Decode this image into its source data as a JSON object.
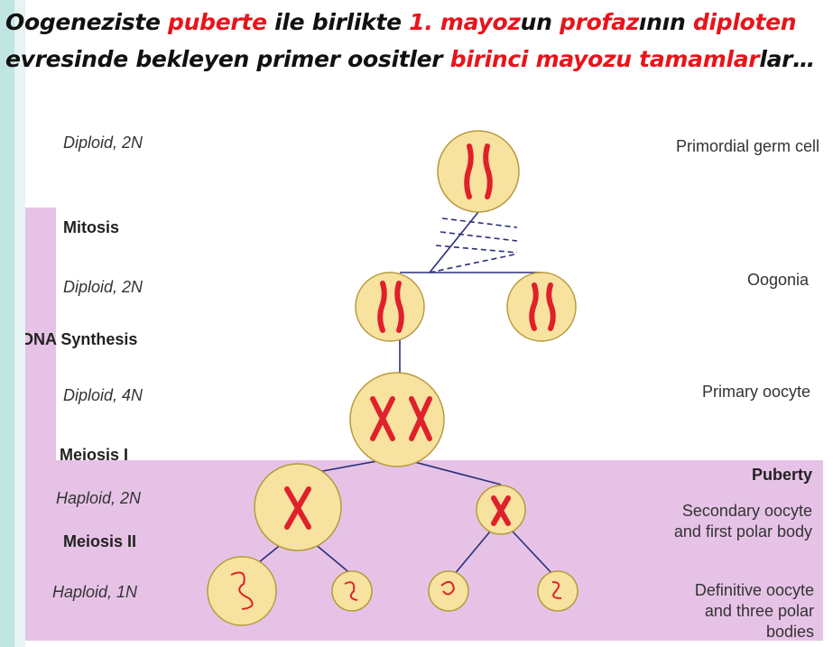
{
  "heading": {
    "segments": [
      {
        "text": "Oogeneziste ",
        "color": "#111111"
      },
      {
        "text": "puberte",
        "color": "#e8141b"
      },
      {
        "text": " ile birlikte ",
        "color": "#111111"
      },
      {
        "text": "1. mayoz",
        "color": "#e8141b"
      },
      {
        "text": "un ",
        "color": "#111111"
      },
      {
        "text": "profaz",
        "color": "#e8141b"
      },
      {
        "text": "ının ",
        "color": "#111111"
      },
      {
        "text": "diploten",
        "color": "#e8141b"
      },
      {
        "text": " evresinde bekleyen primer oositler ",
        "color": "#111111"
      },
      {
        "text": "birinci mayozu tamamlar",
        "color": "#e8141b"
      },
      {
        "text": "lar…",
        "color": "#111111"
      }
    ]
  },
  "diagram": {
    "left_labels": {
      "ploidy1": "Diploid, 2N",
      "mitosis": "Mitosis",
      "ploidy2": "Diploid, 2N",
      "dna": "DNA Synthesis",
      "ploidy3": "Diploid, 4N",
      "meiosis1": "Meiosis I",
      "ploidy4": "Haploid, 2N",
      "meiosis2": "Meiosis II",
      "ploidy5": "Haploid, 1N"
    },
    "right_labels": {
      "pgc": "Primordial germ cell",
      "oogonia": "Oogonia",
      "primary": "Primary oocyte",
      "puberty": "Puberty",
      "secondary1": "Secondary oocyte",
      "secondary2": "and first polar body",
      "definitive1": "Definitive oocyte",
      "definitive2": "and three polar",
      "definitive3": "bodies"
    },
    "colors": {
      "band": "#e6c3e6",
      "cell": "#f7e2a0",
      "chromosome": "#e0202a",
      "line": "#2a2f7a"
    }
  }
}
